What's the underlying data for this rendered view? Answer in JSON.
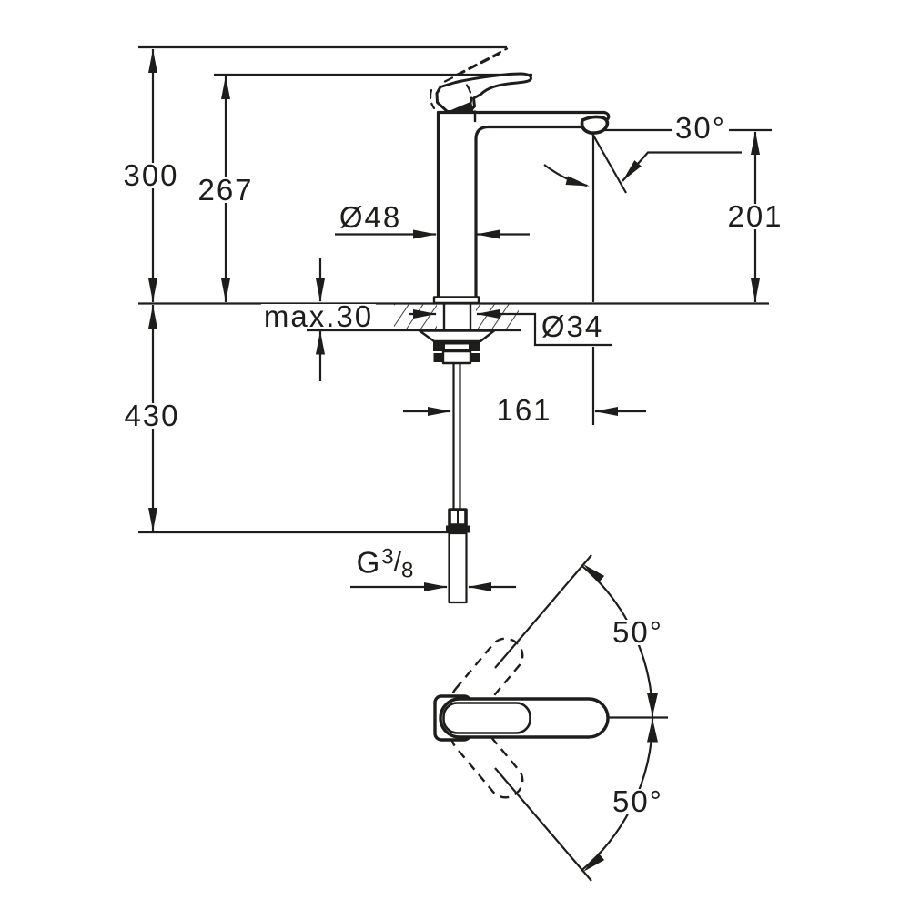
{
  "drawing": {
    "title": "faucet-installation-dimension-diagram",
    "colors": {
      "line": "#1d1d1b",
      "background": "#ffffff"
    },
    "labels": {
      "height_overall": "300",
      "height_to_handle": "267",
      "body_diameter": "Ø48",
      "spout_angle": "30°",
      "spout_height": "201",
      "max_deck_thickness": "max.30",
      "hole_diameter": "Ø34",
      "supply_length": "430",
      "spout_projection": "161",
      "swivel_angle_upper": "50°",
      "swivel_angle_lower": "50°",
      "thread": {
        "prefix": "G",
        "numerator": "3",
        "separator": "/",
        "denominator": "8"
      }
    }
  }
}
